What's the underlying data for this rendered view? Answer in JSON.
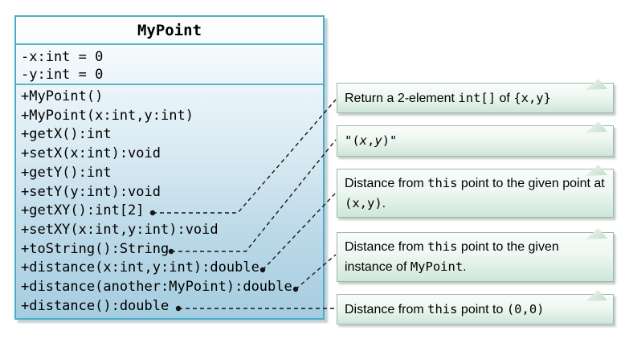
{
  "class_diagram": {
    "title": "MyPoint",
    "fields": [
      "-x:int = 0",
      "-y:int = 0"
    ],
    "methods": [
      "+MyPoint()",
      "+MyPoint(x:int,y:int)",
      "+getX():int",
      "+setX(x:int):void",
      "+getY():int",
      "+setY(y:int):void",
      "+getXY():int[2]",
      "+setXY(x:int,y:int):void",
      "+toString():String",
      "+distance(x:int,y:int):double",
      "+distance(another:MyPoint):double",
      "+distance():double"
    ]
  },
  "notes": [
    {
      "target": "+getXY():int[2]",
      "segments": [
        {
          "t": "Return a 2-element "
        },
        {
          "t": "int[]",
          "mono": true
        },
        {
          "t": " of "
        },
        {
          "t": "{x,y}",
          "mono": true
        }
      ]
    },
    {
      "target": "+toString():String",
      "segments": [
        {
          "t": "\"(",
          "mono": true
        },
        {
          "t": "x",
          "mono": true,
          "italic": true
        },
        {
          "t": ",",
          "mono": true
        },
        {
          "t": "y",
          "mono": true,
          "italic": true
        },
        {
          "t": ")\"",
          "mono": true
        }
      ]
    },
    {
      "target": "+distance(x:int,y:int):double",
      "segments": [
        {
          "t": "Distance from "
        },
        {
          "t": "this",
          "mono": true
        },
        {
          "t": " point to the given point at "
        },
        {
          "t": "(x,y)",
          "mono": true
        },
        {
          "t": "."
        }
      ]
    },
    {
      "target": "+distance(another:MyPoint):double",
      "segments": [
        {
          "t": "Distance from "
        },
        {
          "t": "this",
          "mono": true
        },
        {
          "t": " point to the given instance of "
        },
        {
          "t": "MyPoint",
          "mono": true
        },
        {
          "t": "."
        }
      ]
    },
    {
      "target": "+distance():double",
      "segments": [
        {
          "t": "Distance from "
        },
        {
          "t": "this",
          "mono": true
        },
        {
          "t": " point to "
        },
        {
          "t": "(0,0)",
          "mono": true
        }
      ]
    }
  ],
  "colors": {
    "class_border": "#4baccb",
    "class_divider": "#5fb2cc",
    "class_fill_top": "#ffffff",
    "class_fill_mid": "#d9eaf3",
    "class_fill_bottom": "#a5cde0",
    "note_border": "#9db7ab",
    "note_fill_top": "#f9fcfa",
    "note_fill_bottom": "#cfe6da",
    "connector": "#161616"
  }
}
